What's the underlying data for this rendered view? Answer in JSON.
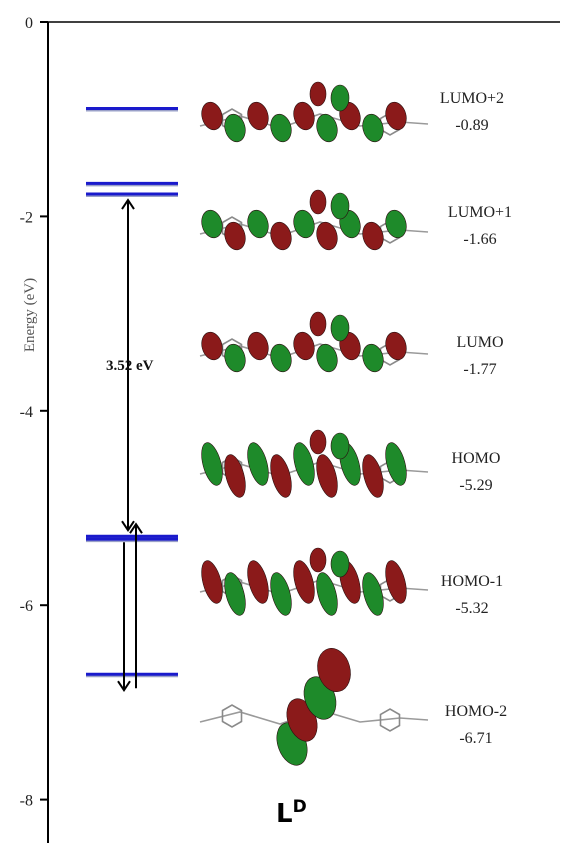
{
  "chart_data": {
    "type": "energy-level-diagram",
    "ylabel": "Energy (eV)",
    "ylim": [
      -8.4,
      0
    ],
    "yticks": [
      0,
      -2,
      -4,
      -6,
      -8
    ],
    "ytick_labels": [
      "0",
      "-2",
      "-4",
      "-6",
      "-8"
    ],
    "levels": [
      {
        "name": "LUMO+2",
        "value_label": "-0.89",
        "energy": -0.89
      },
      {
        "name": "LUMO+1",
        "value_label": "-1.66",
        "energy": -1.66
      },
      {
        "name": "LUMO",
        "value_label": "-1.77",
        "energy": -1.77
      },
      {
        "name": "HOMO",
        "value_label": "-5.29",
        "energy": -5.29
      },
      {
        "name": "HOMO-1",
        "value_label": "-5.32",
        "energy": -5.32
      },
      {
        "name": "HOMO-2",
        "value_label": "-6.71",
        "energy": -6.71
      }
    ],
    "gap": {
      "label": "3.52 eV",
      "from": -1.77,
      "to": -5.29
    },
    "panel_label": "L",
    "panel_label_sup": "D",
    "level_color": "#1a1acc",
    "orbital_colors": [
      "#8b1a1a",
      "#1e8a2a"
    ],
    "grid": false
  }
}
